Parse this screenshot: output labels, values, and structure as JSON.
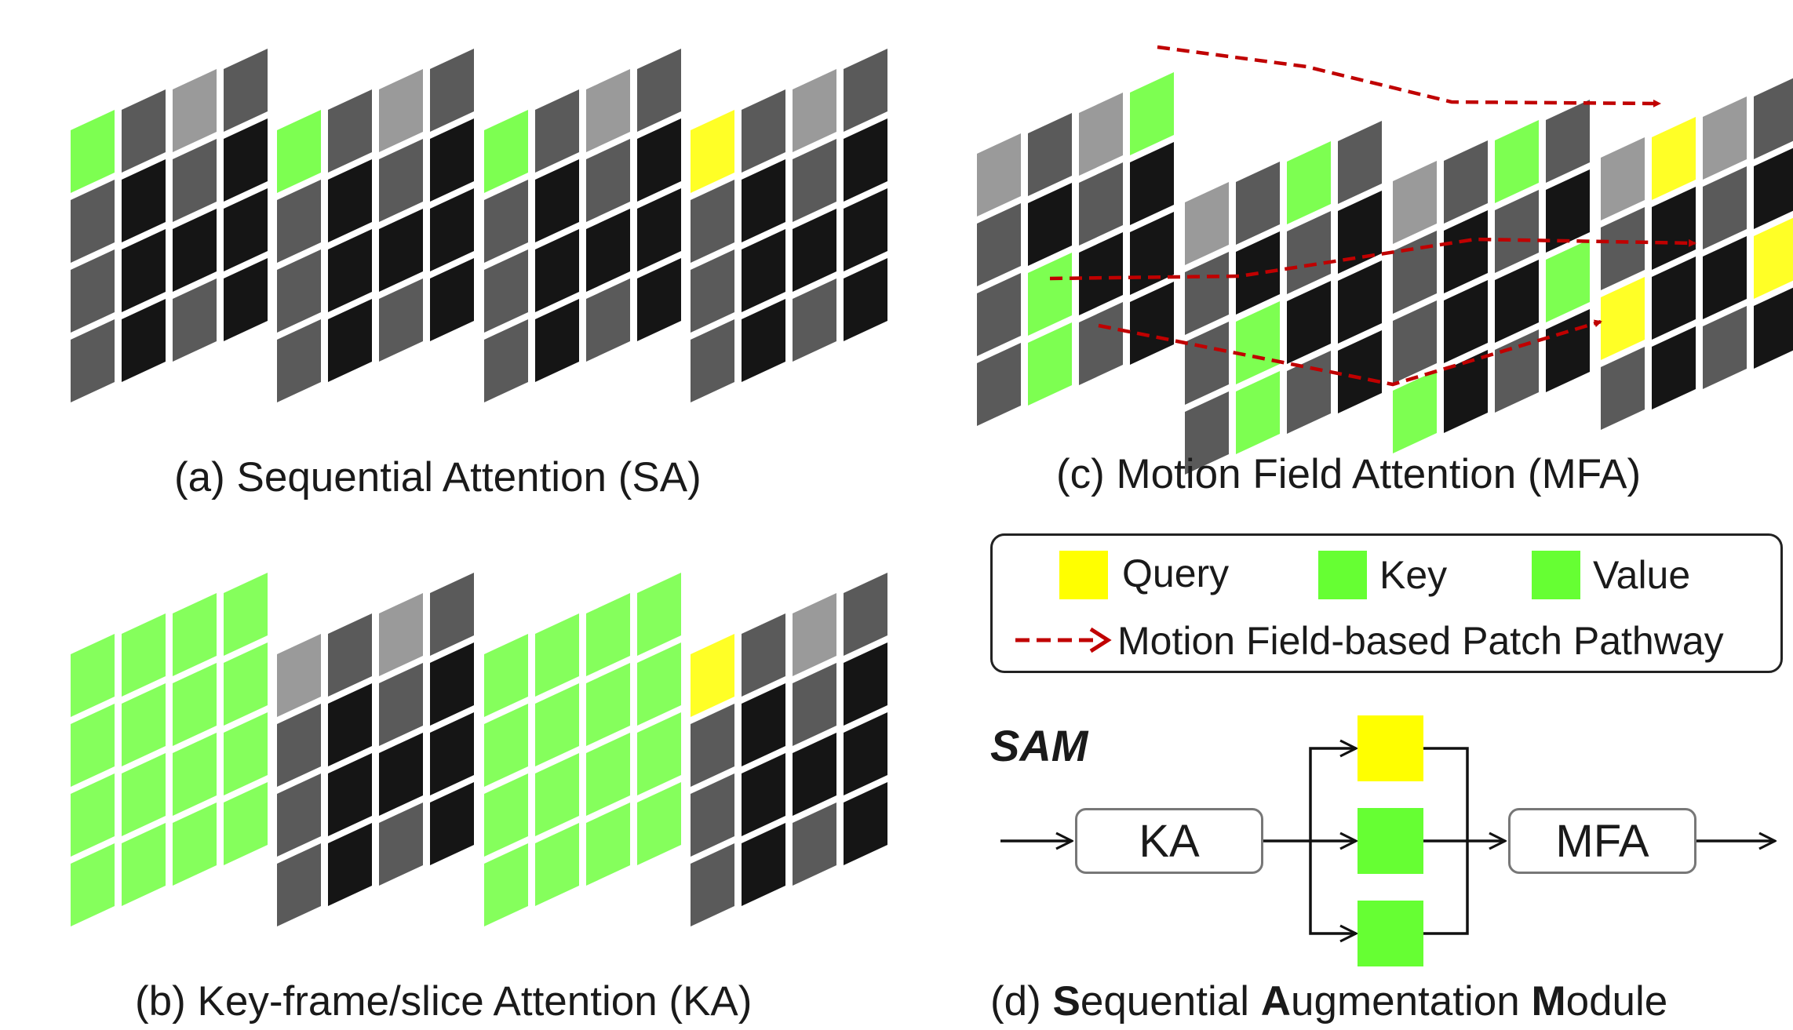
{
  "colors": {
    "query": "#ffff00",
    "key": "#66ff33",
    "value": "#66ff33",
    "pathway": "#c00000",
    "cell_dark": "#151515",
    "cell_mid": "#5a5a5a",
    "cell_light": "#9a9a9a"
  },
  "captions": {
    "a": "(a) Sequential Attention (SA)",
    "b": "(b) Key-frame/slice Attention (KA)",
    "c": "(c) Motion Field Attention (MFA)",
    "d_prefix": "(d) ",
    "d_s": "S",
    "d_s_rest": "equential ",
    "d_a": "A",
    "d_a_rest": "ugmentation ",
    "d_m": "M",
    "d_m_rest": "odule"
  },
  "legend": {
    "query": "Query",
    "key": "Key",
    "value": "Value",
    "pathway": "Motion Field-based Patch Pathway"
  },
  "sam": {
    "title": "SAM",
    "ka": "KA",
    "mfa": "MFA"
  }
}
